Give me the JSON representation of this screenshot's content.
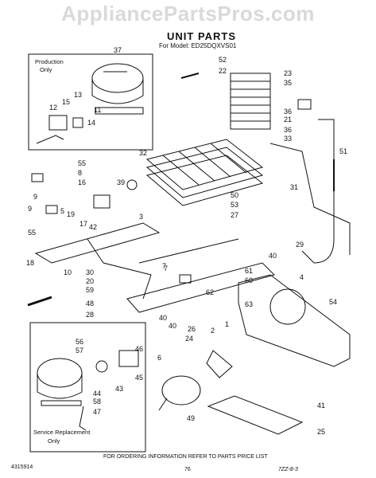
{
  "watermark": "AppliancePartsPros.com",
  "title": "UNIT PARTS",
  "model_line": "For Model: ED25DQXVS01",
  "production_box_label_1": "Production",
  "production_box_label_2": "Only",
  "service_box_label_1": "Service Replacement",
  "service_box_label_2": "Only",
  "footer_note": "FOR ORDERING INFORMATION REFER TO PARTS PRICE LIST",
  "part_number": "4315914",
  "page_number": "76",
  "code": "7ZZ-8-3",
  "callouts": [
    "37",
    "52",
    "22",
    "23",
    "35",
    "21",
    "36",
    "33",
    "15",
    "13",
    "12",
    "11",
    "14",
    "10",
    "55",
    "8",
    "16",
    "9",
    "39",
    "5",
    "19",
    "17",
    "42",
    "4",
    "3",
    "32",
    "50",
    "53",
    "27",
    "31",
    "51",
    "29",
    "40",
    "7",
    "30",
    "20",
    "59",
    "61",
    "62",
    "60",
    "63",
    "48",
    "28",
    "40",
    "26",
    "54",
    "56",
    "57",
    "44",
    "43",
    "45",
    "46",
    "58",
    "47",
    "6",
    "24",
    "2",
    "1",
    "49",
    "41",
    "25",
    "18",
    "9",
    "55",
    "36",
    "40",
    "7"
  ]
}
